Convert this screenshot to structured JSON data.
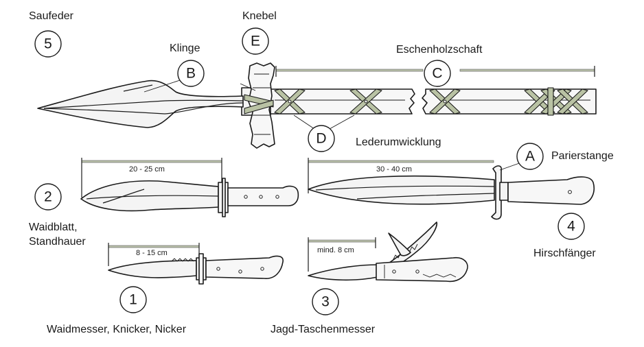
{
  "labels": {
    "saufeder": "Saufeder",
    "knebel": "Knebel",
    "klinge": "Klinge",
    "eschenholzschaft": "Eschenholzschaft",
    "lederumwicklung": "Lederumwicklung",
    "parierstange": "Parierstange",
    "waidblatt_line1": "Waidblatt,",
    "waidblatt_line2": "Standhauer",
    "hirschfaenger": "Hirschfänger",
    "waidmesser": "Waidmesser, Knicker, Nicker",
    "jagd_taschenmesser": "Jagd-Taschenmesser"
  },
  "markers": {
    "n1": "1",
    "n2": "2",
    "n3": "3",
    "n4": "4",
    "n5": "5",
    "A": "A",
    "B": "B",
    "C": "C",
    "D": "D",
    "E": "E"
  },
  "dimensions": {
    "waidblatt": "20 - 25 cm",
    "hirschfaenger": "30 - 40 cm",
    "waidmesser": "8 - 15 cm",
    "taschenmesser": "mind. 8 cm"
  },
  "colors": {
    "leather": "#b9c2a4",
    "dimension_bar": "#bcc3ac",
    "ink": "#1a1a1a"
  }
}
